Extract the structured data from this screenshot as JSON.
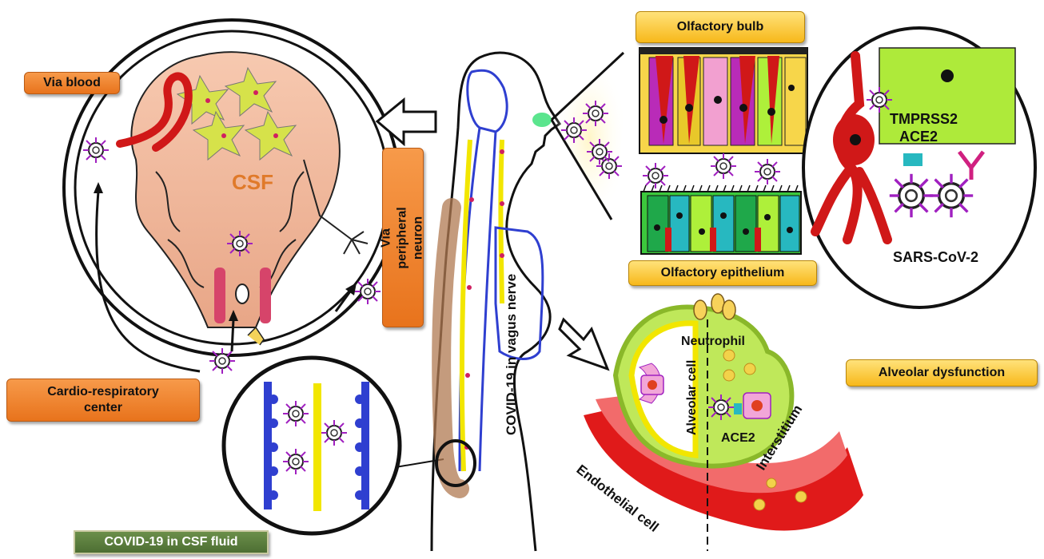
{
  "labels": {
    "via_blood": "Via blood",
    "csf": "CSF",
    "via_peripheral_neuron": "Via peripheral neuron",
    "cardio_respiratory_center": "Cardio-respiratory center",
    "covid_csf_fluid": "COVID-19 in CSF fluid",
    "covid_vagus_nerve": "COVID-19 in vagus nerve",
    "olfactory_bulb": "Olfactory bulb",
    "olfactory_epithelium": "Olfactory epithelium",
    "tmprss2": "TMPRSS2",
    "ace2_top": "ACE2",
    "sars_cov2": "SARS-CoV-2",
    "neutrophil": "Neutrophil",
    "alveolar_cell": "Alveolar cell",
    "ace2_bottom": "ACE2",
    "interstitium": "Interstitium",
    "endothelial_cell": "Endothelial cell",
    "alveolar_dysfunction": "Alveolar dysfunction"
  },
  "colors": {
    "orange_box": "#e8731c",
    "yellow_box": "#f7b81a",
    "green_box": "#4d6e33",
    "virus_spike": "#a020c0",
    "blood_vessel": "#d01818",
    "nerve_blue": "#2f3fd0",
    "nerve_yellow": "#f2e600"
  },
  "icons": [
    "virus-particle-icon",
    "hollow-arrow-icon",
    "neuron-icon",
    "blood-vessel-icon"
  ]
}
